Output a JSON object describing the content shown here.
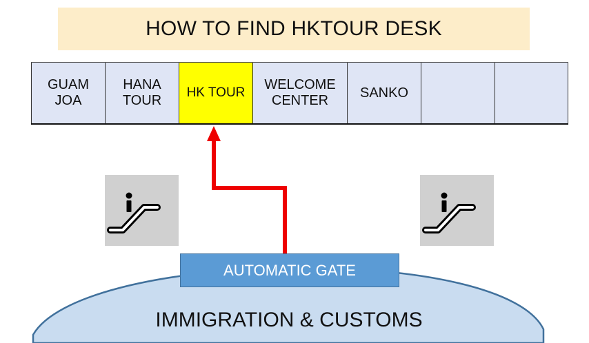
{
  "title": "HOW TO FIND HKTOUR DESK",
  "desks": [
    {
      "label": "GUAM\nJOA",
      "highlight": false
    },
    {
      "label": "HANA\nTOUR",
      "highlight": false
    },
    {
      "label": "HK TOUR",
      "highlight": true
    },
    {
      "label": "WELCOME\nCENTER",
      "highlight": false
    },
    {
      "label": "SANKO",
      "highlight": false
    },
    {
      "label": "",
      "highlight": false
    },
    {
      "label": "",
      "highlight": false
    }
  ],
  "icons": [
    "escalator-icon",
    "escalator-icon"
  ],
  "gate_label": "AUTOMATIC GATE",
  "area_label": "IMMIGRATION & CUSTOMS",
  "colors": {
    "banner": "#fdedc9",
    "desk": "#dfe5f5",
    "highlight": "#ffff00",
    "arrow": "#ee0000",
    "gate": "#5b9bd5",
    "area": "#c9dcf0",
    "icon_bg": "#d0d0d0"
  }
}
